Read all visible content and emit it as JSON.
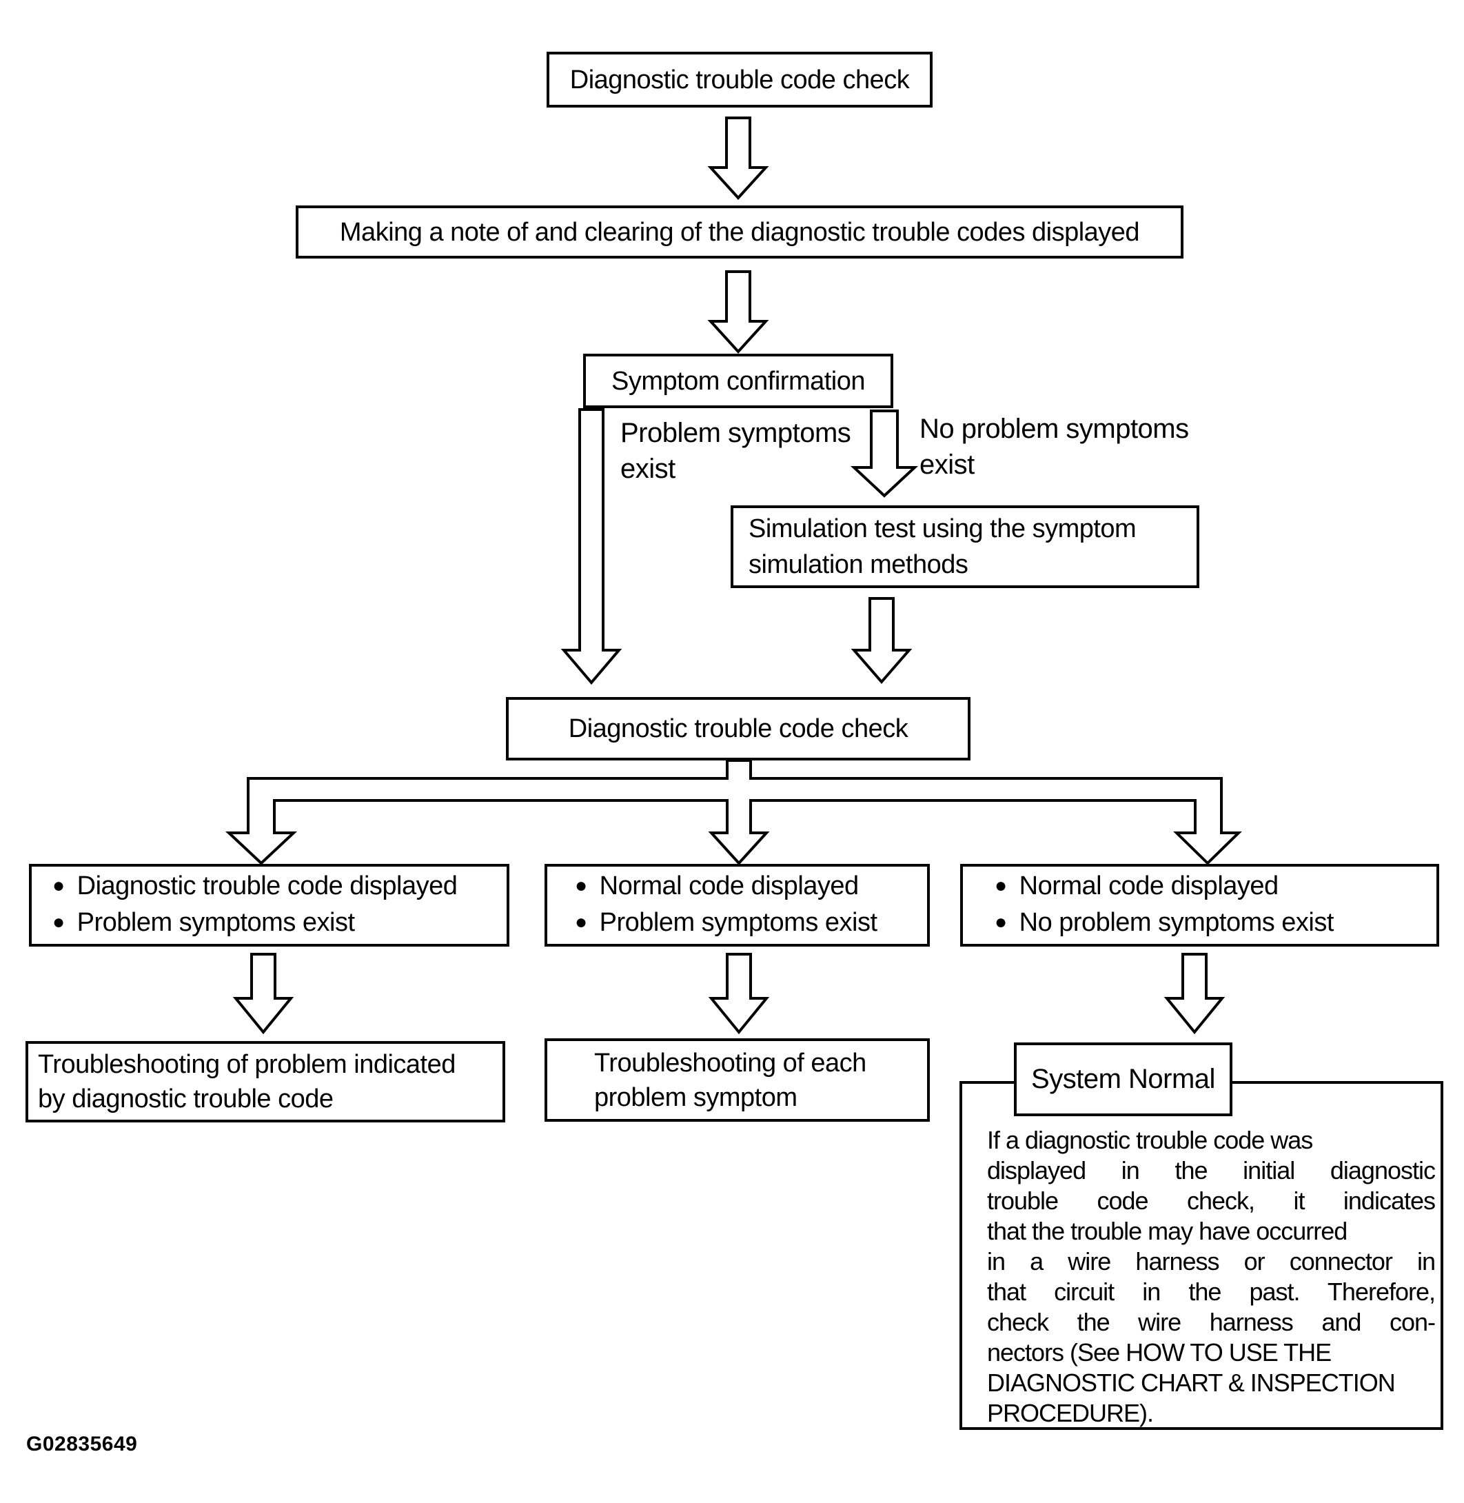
{
  "figure": {
    "code": "G02835649"
  },
  "bullet_char": "●",
  "flow": {
    "dtc_check_top": "Diagnostic trouble code check",
    "note_and_clear": "Making a note of and clearing of the diagnostic trouble codes displayed",
    "symptom_confirmation": "Symptom confirmation",
    "branch_left_label_line1": "Problem symptoms",
    "branch_left_label_line2": "exist",
    "branch_right_label_line1": "No problem symptoms",
    "branch_right_label_line2": "exist",
    "simulation_test_line1": "Simulation test using the symptom",
    "simulation_test_line2": "simulation methods",
    "dtc_check_second": "Diagnostic trouble code check"
  },
  "results": [
    {
      "line1": "Diagnostic trouble code displayed",
      "line2": "Problem symptoms exist"
    },
    {
      "line1": "Normal code displayed",
      "line2": "Problem symptoms exist"
    },
    {
      "line1": "Normal code displayed",
      "line2": "No problem symptoms exist"
    }
  ],
  "actions": {
    "left_line1": "Troubleshooting of problem indicated",
    "left_line2": "by diagnostic trouble code",
    "mid_line1": "Troubleshooting of each",
    "mid_line2": "problem symptom",
    "system_normal_title": "System Normal",
    "note_lines": [
      "If a diagnostic trouble code was",
      "displayed in the initial diagnostic",
      "trouble code check, it indicates",
      "that the trouble may have occurred",
      "in a wire harness or connector in",
      "that circuit in the past. Therefore,",
      "check the wire harness and con-",
      "nectors (See HOW TO USE THE",
      "DIAGNOSTIC CHART & INSPECTION",
      "PROCEDURE)."
    ]
  }
}
